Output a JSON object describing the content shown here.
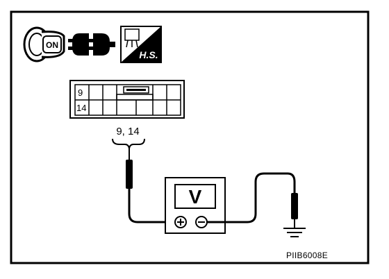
{
  "icons": {
    "ignition": {
      "name": "ignition-key-icon",
      "label": "ON"
    },
    "connector": {
      "name": "connector-disconnected-icon"
    },
    "harness": {
      "name": "harness-side-icon",
      "label": "H.S."
    }
  },
  "connector": {
    "pin_top_left": "9",
    "pin_bottom_left": "14"
  },
  "probe_pins": "9, 14",
  "meter": {
    "label": "V",
    "plus": "⊕",
    "minus": "⊖"
  },
  "reference_code": "PIIB6008E"
}
